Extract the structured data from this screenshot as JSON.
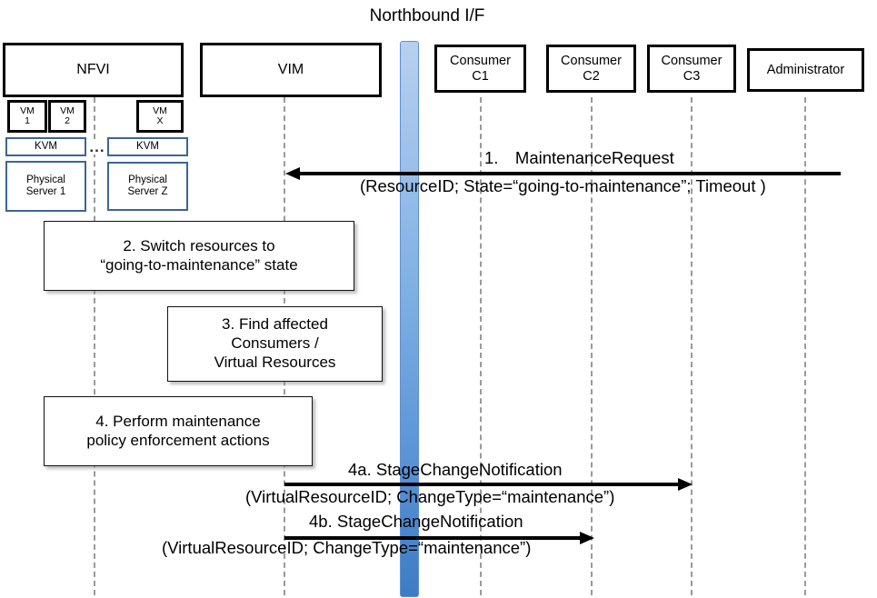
{
  "diagram": {
    "title": "Northbound I/F",
    "type": "uml-sequence-diagram"
  },
  "actors": [
    {
      "id": "nfvi",
      "label": "NFVI"
    },
    {
      "id": "vim",
      "label": "VIM"
    },
    {
      "id": "c1",
      "label": "Consumer\nC1",
      "line1": "Consumer",
      "line2": "C1"
    },
    {
      "id": "c2",
      "label": "Consumer\nC2",
      "line1": "Consumer",
      "line2": "C2"
    },
    {
      "id": "c3",
      "label": "Consumer\nC3",
      "line1": "Consumer",
      "line2": "C3"
    },
    {
      "id": "admin",
      "label": "Administrator"
    }
  ],
  "nfvi_internals": {
    "vms": [
      {
        "id": "vm1",
        "line1": "VM",
        "line2": "1"
      },
      {
        "id": "vm2",
        "line1": "VM",
        "line2": "2"
      },
      {
        "id": "vmx",
        "line1": "VM",
        "line2": "X"
      }
    ],
    "hypervisors": [
      {
        "id": "kvm1",
        "label": "KVM"
      },
      {
        "id": "kvm2",
        "label": "KVM"
      }
    ],
    "servers": [
      {
        "id": "ps1",
        "line1": "Physical",
        "line2": "Server 1"
      },
      {
        "id": "psz",
        "line1": "Physical",
        "line2": "Server Z"
      }
    ],
    "ellipsis": "..."
  },
  "steps": [
    {
      "id": "step2",
      "line1": "2. Switch resources to",
      "line2": "“going-to-maintenance” state"
    },
    {
      "id": "step3",
      "line1": "3. Find affected",
      "line2": "Consumers /",
      "line3": "Virtual Resources"
    },
    {
      "id": "step4",
      "line1": "4. Perform maintenance",
      "line2": "policy enforcement actions"
    }
  ],
  "messages": [
    {
      "id": "msg1",
      "number": "1.",
      "name": "MaintenanceRequest",
      "title": "1. MaintenanceRequest",
      "params": "(ResourceID; State=“going-to-maintenance”; Timeout )",
      "from": "admin",
      "to": "vim",
      "direction": "left"
    },
    {
      "id": "msg4a",
      "number": "4a.",
      "name": "StageChangeNotification",
      "title": "4a. StageChangeNotification",
      "params": "(VirtualResourceID; ChangeType=“maintenance”)",
      "from": "vim",
      "to": "c3",
      "direction": "right"
    },
    {
      "id": "msg4b",
      "number": "4b.",
      "name": "StageChangeNotification",
      "title": "4b. StageChangeNotification",
      "params": "(VirtualResourceID; ChangeType=“maintenance”)",
      "from": "vim",
      "to": "c2",
      "direction": "right"
    }
  ],
  "colors": {
    "actor_border": "#000000",
    "inner_blue_border": "#3a6694",
    "northbound_bar_top": "#b7d0ef",
    "northbound_bar_bottom": "#3d7cc4",
    "lifeline": "#9a9a9a",
    "background": "#ffffff"
  }
}
